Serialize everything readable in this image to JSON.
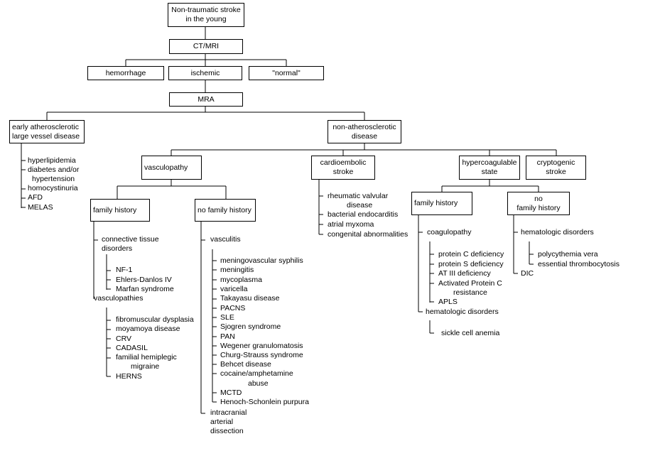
{
  "root": "Non-traumatic stroke\nin the young",
  "ctmri": "CT/MRI",
  "imaging_results": {
    "hemorrhage": "hemorrhage",
    "ischemic": "ischemic",
    "normal": "\"normal\""
  },
  "mra": "MRA",
  "early": {
    "title": "early atherosclerotic\nlarge vessel disease",
    "items": [
      "hyperlipidemia",
      "diabetes and/or",
      "hypertension",
      "homocystinuria",
      "AFD",
      "MELAS"
    ]
  },
  "nonathero": "non-atherosclerotic\ndisease",
  "vasculopathy": {
    "title": "vasculopathy",
    "family": {
      "title": "family history",
      "connective": "connective tissue\ndisorders",
      "connective_items": [
        "NF-1",
        "Ehlers-Danlos IV",
        "Marfan syndrome"
      ],
      "vasculopathies": "vasculopathies",
      "vasculopathies_items": [
        "fibromuscular dysplasia",
        "moyamoya disease",
        "CRV",
        "CADASIL",
        "familial hemiplegic",
        "migraine",
        "HERNS"
      ]
    },
    "nofamily": {
      "title": "no family history",
      "vasculitis": "vasculitis",
      "vasculitis_items": [
        "meningovascular syphilis",
        "meningitis",
        "mycoplasma",
        "varicella",
        "Takayasu disease",
        "PACNS",
        "SLE",
        "Sjogren syndrome",
        "PAN",
        "Wegener granulomatosis",
        "Churg-Strauss syndrome",
        "Behcet disease",
        "cocaine/amphetamine",
        "abuse",
        "MCTD",
        "Henoch-Schonlein purpura"
      ],
      "dissection": "intracranial\narterial\ndissection"
    }
  },
  "cardioembolic": {
    "title": "cardioembolic\nstroke",
    "items": [
      "rheumatic valvular",
      "disease",
      "bacterial endocarditis",
      "atrial myxoma",
      "congenital abnormalities"
    ]
  },
  "hypercoag": {
    "title": "hypercoagulable\nstate",
    "family": {
      "title": "family history",
      "coagulopathy": "coagulopathy",
      "coagulopathy_items": [
        "protein C deficiency",
        "protein S deficiency",
        "AT III deficiency",
        "Activated Protein C",
        "resistance",
        "APLS"
      ],
      "hematologic": "hematologic disorders",
      "hematologic_items": [
        "sickle cell anemia"
      ]
    },
    "nofamily": {
      "title": "no\nfamily history",
      "hematologic": "hematologic disorders",
      "hematologic_items": [
        "polycythemia vera",
        "essential thrombocytosis"
      ],
      "dic": "DIC"
    }
  },
  "cryptogenic": "cryptogenic\nstroke"
}
